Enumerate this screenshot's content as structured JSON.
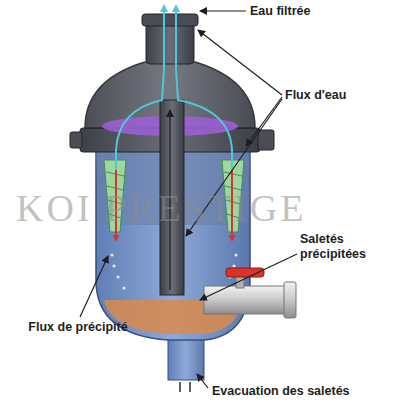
{
  "diagram": {
    "labels": [
      "Eau filtrée",
      "Flux d'eau",
      "Saletés précipitées",
      "Flux de précipité",
      "Evacuation des saletés",
      "KOI PRESTIGE"
    ]
  }
}
